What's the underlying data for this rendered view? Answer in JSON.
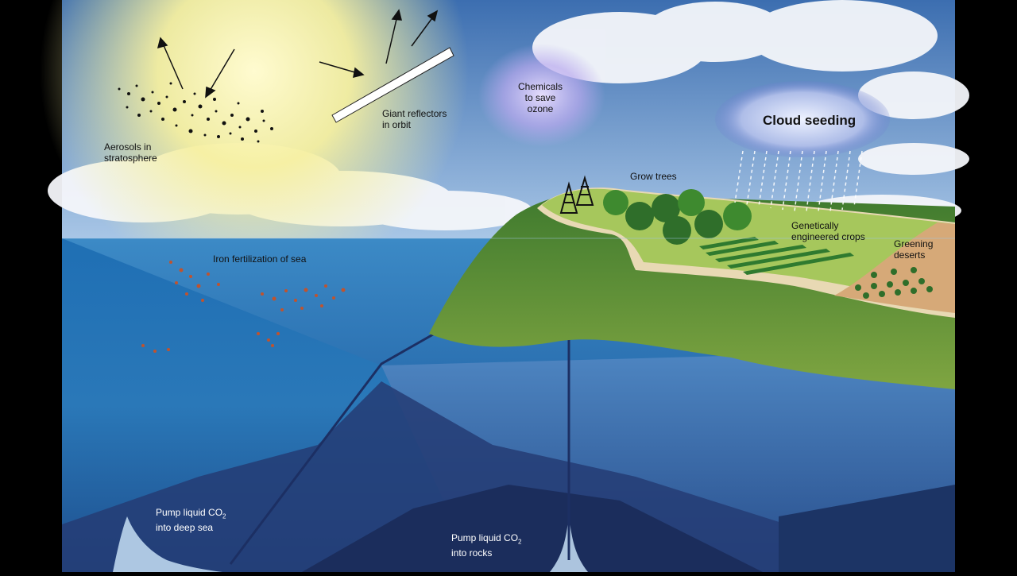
{
  "labels": {
    "aerosols": "Aerosols in\nstratosphere",
    "reflectors": "Giant reflectors\nin orbit",
    "chemicals": "Chemicals\nto save\nozone",
    "cloud_seeding": "Cloud seeding",
    "grow_trees": "Grow trees",
    "crops": "Genetically\nengineered crops",
    "greening": "Greening\ndeserts",
    "iron": "Iron fertilization of sea",
    "deep_sea_line1": "Pump liquid CO",
    "deep_sea_sub": "2",
    "deep_sea_line2": "into deep sea",
    "rocks_line1": "Pump liquid CO",
    "rocks_sub": "2",
    "rocks_line2": "into rocks"
  },
  "colors": {
    "letterbox": "#000000",
    "sky_top": "#3f6fae",
    "sun": "#fbf6a8",
    "sea_surface": "#3f8fc8",
    "sea_deep": "#1a3f7a",
    "cross_section": "#20386b",
    "land_green": "#6c9a38",
    "field_green": "#9cc656",
    "tree_green": "#2f6e2a",
    "desert": "#d6a978",
    "aerosol": "#111111",
    "iron_particles": "#c0532e",
    "ozone_glow": "#b9a9ee"
  }
}
